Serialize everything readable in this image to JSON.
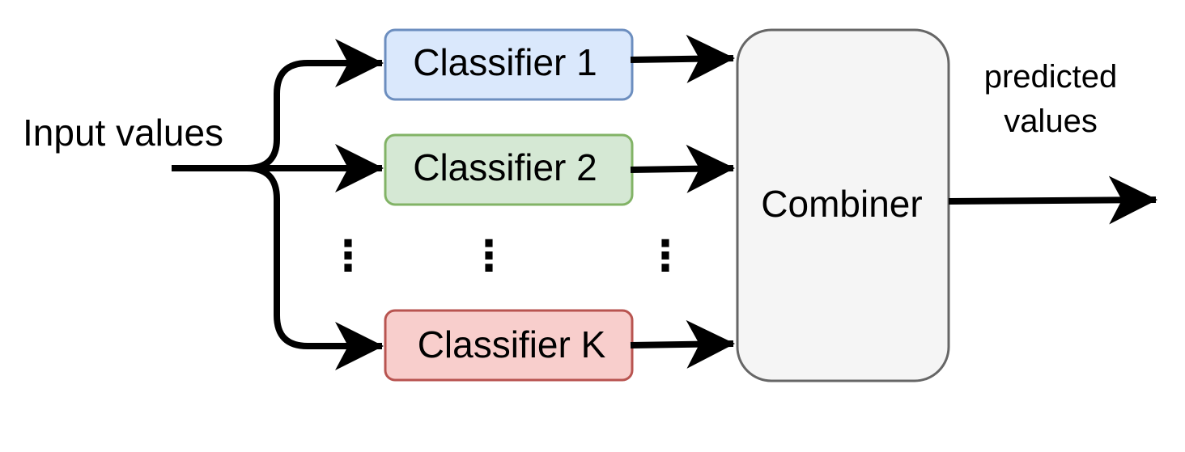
{
  "input_label": "Input values",
  "classifiers": [
    {
      "label": "Classifier 1",
      "fill": "#dae8fc",
      "stroke": "#6c8ebf"
    },
    {
      "label": "Classifier 2",
      "fill": "#d5e8d4",
      "stroke": "#82b366"
    },
    {
      "label": "Classifier K",
      "fill": "#f8cecc",
      "stroke": "#b85450"
    }
  ],
  "combiner": {
    "label": "Combiner",
    "fill": "#f5f5f5",
    "stroke": "#666666"
  },
  "output_label": [
    "predicted",
    "values"
  ],
  "ellipsis_symbol": "⋮",
  "arrow_color": "#000000"
}
